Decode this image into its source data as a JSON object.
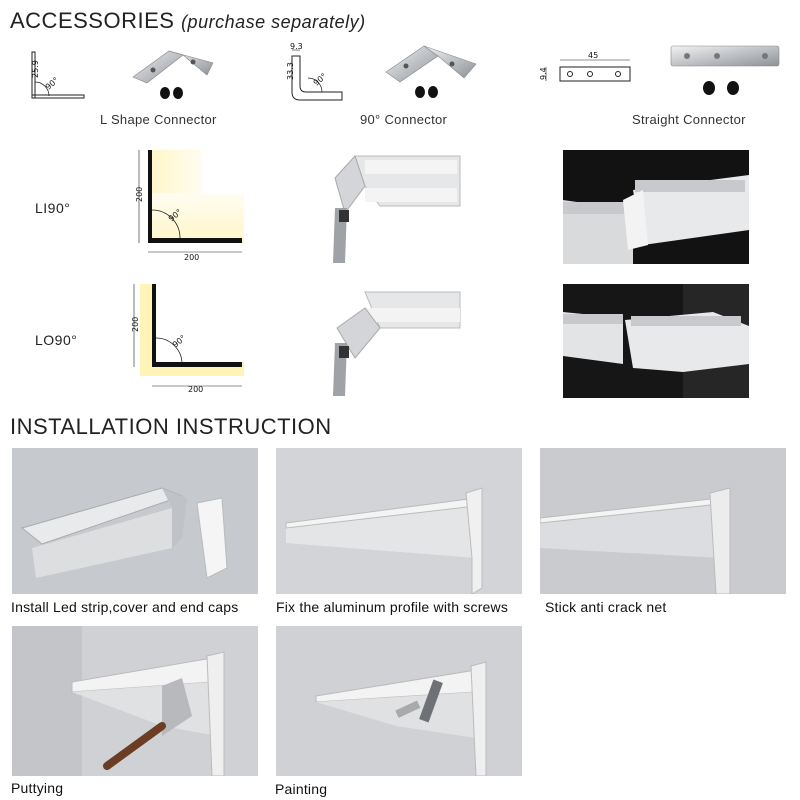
{
  "accessories": {
    "title": "ACCESSORIES",
    "subtitle": "(purchase separately)",
    "l_shape": {
      "label": "L Shape Connector",
      "dim": "25.9",
      "angle": "90°"
    },
    "ninety": {
      "label": "90° Connector",
      "dim_top": "9.3",
      "dim_side": "33.3",
      "angle": "90°"
    },
    "straight": {
      "label": "Straight Connector",
      "dim_len": "45",
      "dim_h": "9.4"
    }
  },
  "profiles": [
    {
      "name": "LI90°",
      "dim_v": "200",
      "dim_h": "200",
      "angle": "90°"
    },
    {
      "name": "LO90°",
      "dim_v": "200",
      "dim_h": "200",
      "angle": "90°"
    }
  ],
  "installation": {
    "title": "INSTALLATION INSTRUCTION",
    "steps": [
      "Install Led strip,cover and end caps",
      "Fix the aluminum profile with screws",
      "Stick anti crack net",
      "Puttying",
      "Painting"
    ]
  }
}
